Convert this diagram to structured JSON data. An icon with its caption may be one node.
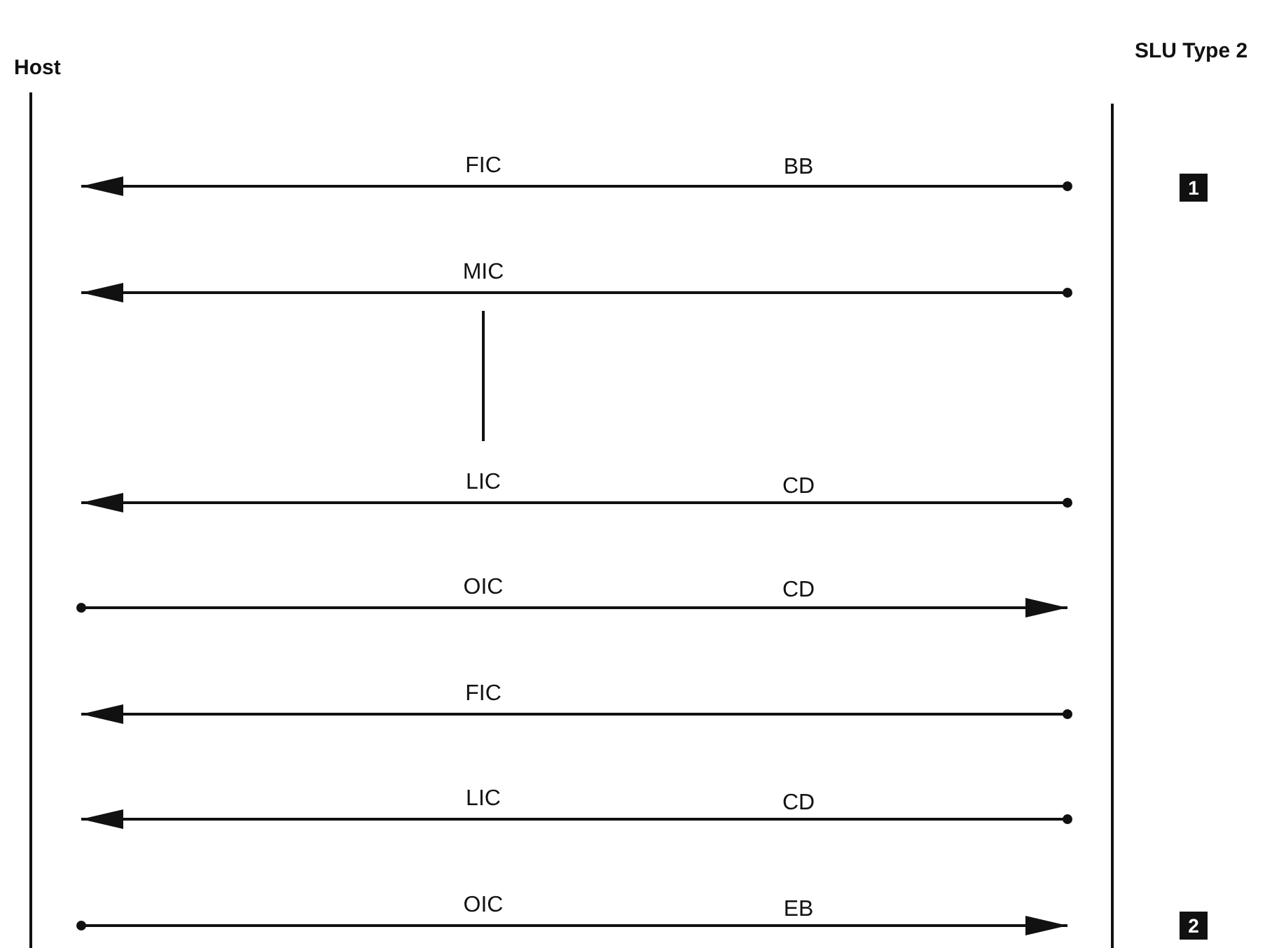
{
  "diagram": {
    "nodes": [
      {
        "text": [
          "Host"
        ]
      },
      {
        "text": [
          "SLU Type 2"
        ]
      }
    ],
    "edges": [
      {
        "from": 1,
        "to": 0,
        "arrow": "to",
        "label": "FIC"
      },
      {
        "from": 1,
        "to": 0,
        "arrow": "to",
        "label": "MIC"
      },
      {
        "from": 1,
        "to": 0,
        "arrow": "to",
        "label": "LIC"
      },
      {
        "from": 0,
        "to": 1,
        "arrow": "to",
        "label": "OIC"
      },
      {
        "from": 1,
        "to": 0,
        "arrow": "to",
        "label": "FIC"
      },
      {
        "from": 1,
        "to": 0,
        "arrow": "to",
        "label": "LIC"
      },
      {
        "from": 0,
        "to": 1,
        "arrow": "to",
        "label": "OIC"
      }
    ],
    "labels": [
      "BB",
      "1",
      "CD",
      "CD",
      "CD",
      "EB",
      "2"
    ]
  }
}
